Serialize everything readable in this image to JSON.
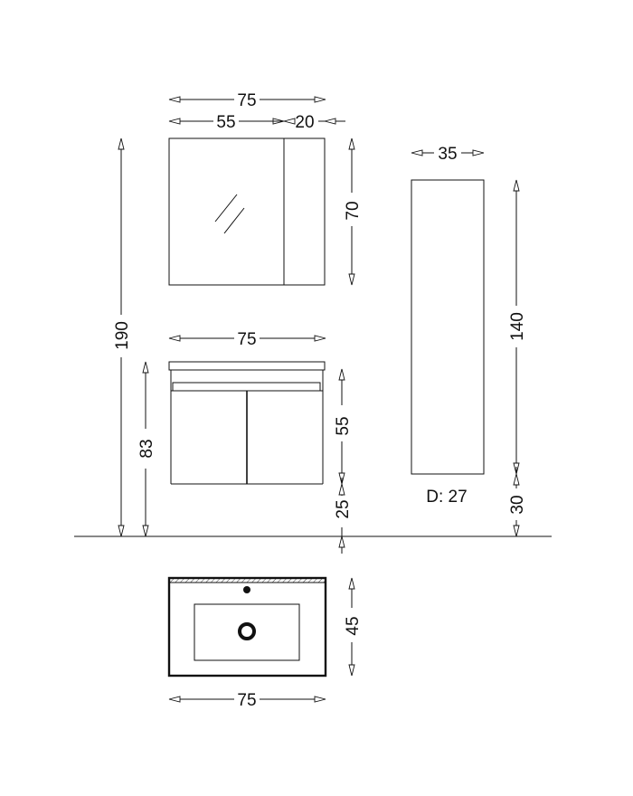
{
  "mirror_cabinet": {
    "width_total": "75",
    "width_mirror": "55",
    "width_side": "20",
    "height": "70"
  },
  "vanity": {
    "width": "75",
    "height_total": "190",
    "height_top": "83",
    "height_body": "55",
    "height_floor": "25"
  },
  "tall_cabinet": {
    "width": "35",
    "height": "140",
    "height_floor": "30",
    "depth_label": "D: 27"
  },
  "basin_top": {
    "depth": "45",
    "width": "75"
  },
  "colors": {
    "line": "#111111",
    "background": "#ffffff"
  }
}
